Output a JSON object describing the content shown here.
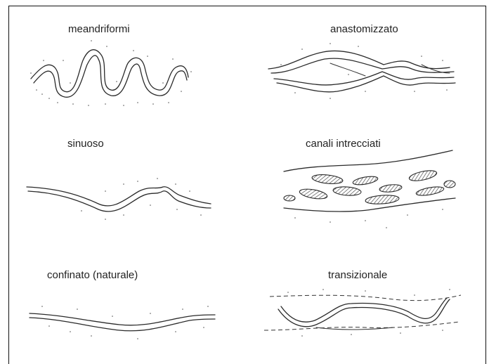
{
  "panels": {
    "meandering": {
      "label": "meandriformi"
    },
    "anastomosing": {
      "label": "anastomizzato"
    },
    "sinuous": {
      "label": "sinuoso"
    },
    "braided": {
      "label": "canali intrecciati"
    },
    "confined": {
      "label": "confinato (naturale)"
    },
    "transitional": {
      "label": "transizionale"
    }
  }
}
